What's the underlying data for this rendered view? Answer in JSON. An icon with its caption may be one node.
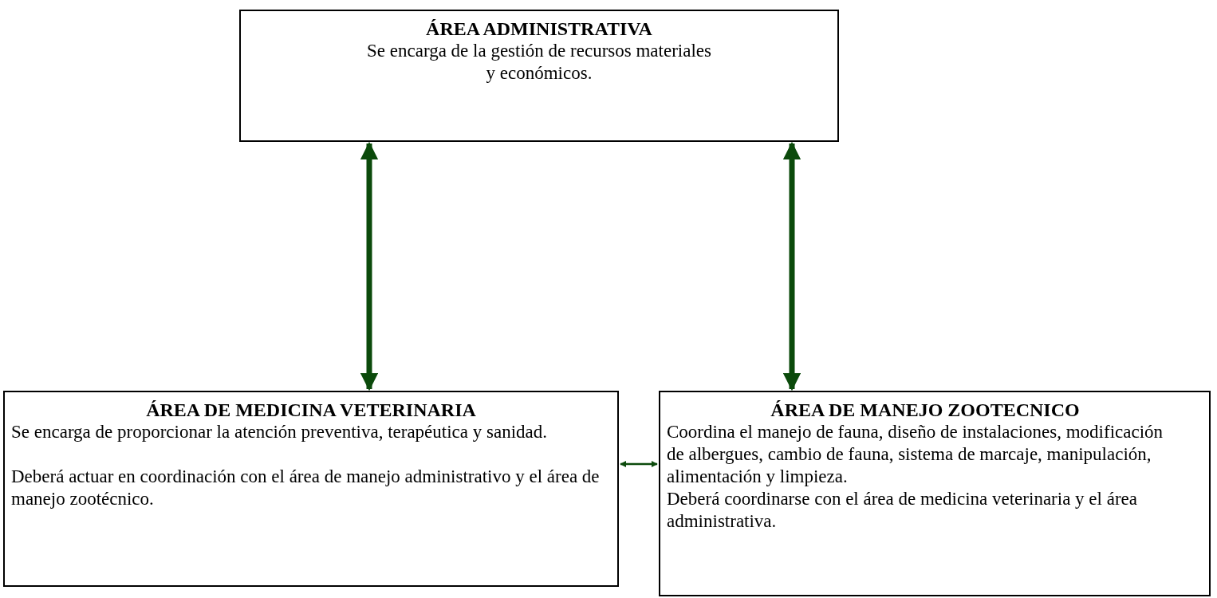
{
  "diagram": {
    "nodes": [
      {
        "text": [
          "ÁREA ADMINISTRATIVA",
          "Se encarga de la gestión de recursos materiales y económicos."
        ]
      },
      {
        "text": [
          "ÁREA DE MEDICINA VETERINARIA",
          "Se encarga de proporcionar la atención preventiva, terapéutica y sanidad.",
          "Deberá actuar en coordinación con el área de manejo administrativo y el área de manejo zootécnico."
        ]
      },
      {
        "text": [
          "ÁREA DE MANEJO ZOOTECNICO",
          "Coordina el manejo de fauna, diseño de instalaciones, modificación de albergues, cambio de fauna, sistema de marcaje, manipulación, alimentación y limpieza.",
          "Deberá coordinarse con el área de medicina veterinaria y el área administrativa."
        ]
      }
    ],
    "edges": [
      {
        "from": 0,
        "to": 1,
        "arrow": "both"
      },
      {
        "from": 0,
        "to": 2,
        "arrow": "both"
      },
      {
        "from": 1,
        "to": 2,
        "arrow": "both"
      }
    ]
  }
}
